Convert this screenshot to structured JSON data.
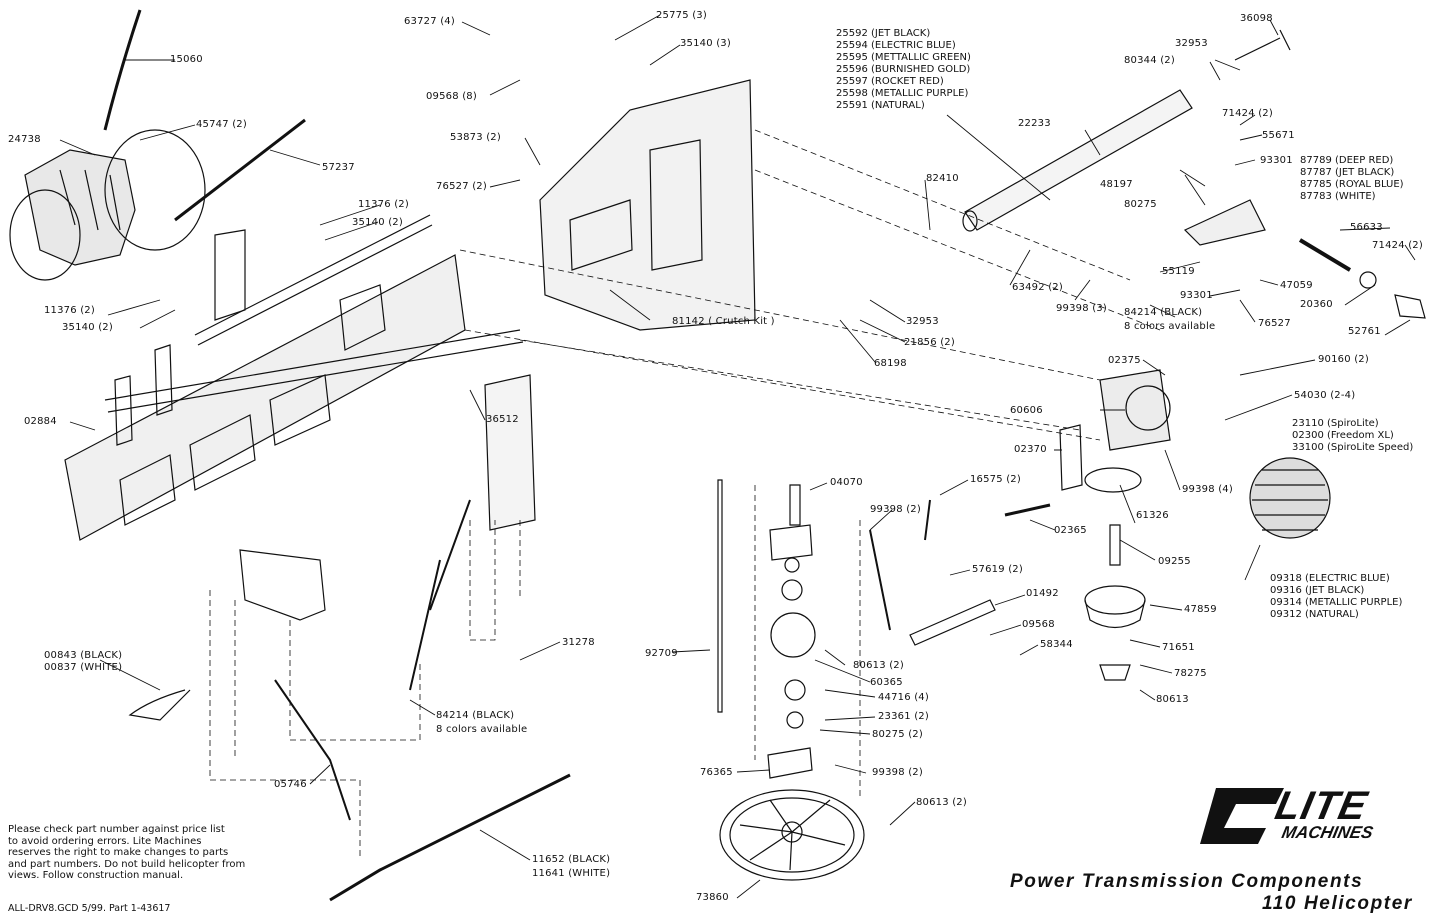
{
  "labels": [
    {
      "id": "15060",
      "text": "15060"
    },
    {
      "id": "45747",
      "text": "45747 (2)"
    },
    {
      "id": "24738",
      "text": "24738"
    },
    {
      "id": "57237",
      "text": "57237"
    },
    {
      "id": "11376a",
      "text": "11376 (2)"
    },
    {
      "id": "35140a",
      "text": "35140 (2)"
    },
    {
      "id": "11376b",
      "text": "11376 (2)"
    },
    {
      "id": "35140b",
      "text": "35140 (2)"
    },
    {
      "id": "02884",
      "text": "02884"
    },
    {
      "id": "36512",
      "text": "36512"
    },
    {
      "id": "63727",
      "text": "63727 (4)"
    },
    {
      "id": "25775",
      "text": "25775 (3)"
    },
    {
      "id": "35140c",
      "text": "35140 (3)"
    },
    {
      "id": "09568a",
      "text": "09568 (8)"
    },
    {
      "id": "53873",
      "text": "53873 (2)"
    },
    {
      "id": "76527a",
      "text": "76527 (2)"
    },
    {
      "id": "81142",
      "text": "81142 ( Crutch Kit )"
    },
    {
      "id": "82410",
      "text": "82410"
    },
    {
      "id": "32953a",
      "text": "32953"
    },
    {
      "id": "21856",
      "text": "21856 (2)"
    },
    {
      "id": "68198",
      "text": "68198"
    },
    {
      "id": "22233",
      "text": "22233"
    },
    {
      "id": "63492",
      "text": "63492 (2)"
    },
    {
      "id": "99398a",
      "text": "99398 (3)"
    },
    {
      "id": "84214a",
      "text": "84214 (BLACK)"
    },
    {
      "id": "84214a2",
      "text": "8 colors available"
    },
    {
      "id": "36098",
      "text": "36098"
    },
    {
      "id": "32953b",
      "text": "32953"
    },
    {
      "id": "80344",
      "text": "80344 (2)"
    },
    {
      "id": "71424a",
      "text": "71424 (2)"
    },
    {
      "id": "55671",
      "text": "55671"
    },
    {
      "id": "93301a",
      "text": "93301"
    },
    {
      "id": "48197",
      "text": "48197"
    },
    {
      "id": "80275a",
      "text": "80275"
    },
    {
      "id": "56633",
      "text": "56633"
    },
    {
      "id": "71424b",
      "text": "71424 (2)"
    },
    {
      "id": "55119",
      "text": "55119"
    },
    {
      "id": "47059",
      "text": "47059"
    },
    {
      "id": "93301b",
      "text": "93301"
    },
    {
      "id": "20360",
      "text": "20360"
    },
    {
      "id": "52761",
      "text": "52761"
    },
    {
      "id": "76527b",
      "text": "76527"
    },
    {
      "id": "02375",
      "text": "02375"
    },
    {
      "id": "90160",
      "text": "90160 (2)"
    },
    {
      "id": "54030",
      "text": "54030 (2-4)"
    },
    {
      "id": "60606",
      "text": "60606"
    },
    {
      "id": "02370",
      "text": "02370"
    },
    {
      "id": "99398b",
      "text": "99398 (4)"
    },
    {
      "id": "61326",
      "text": "61326"
    },
    {
      "id": "02365",
      "text": "02365"
    },
    {
      "id": "09255",
      "text": "09255"
    },
    {
      "id": "47859",
      "text": "47859"
    },
    {
      "id": "71651",
      "text": "71651"
    },
    {
      "id": "78275",
      "text": "78275"
    },
    {
      "id": "80613a",
      "text": "80613"
    },
    {
      "id": "04070",
      "text": "04070"
    },
    {
      "id": "99398c",
      "text": "99398 (2)"
    },
    {
      "id": "16575",
      "text": "16575 (2)"
    },
    {
      "id": "57619",
      "text": "57619 (2)"
    },
    {
      "id": "01492",
      "text": "01492"
    },
    {
      "id": "09568b",
      "text": "09568"
    },
    {
      "id": "58344",
      "text": "58344"
    },
    {
      "id": "92709",
      "text": "92709"
    },
    {
      "id": "80613b",
      "text": "80613 (2)"
    },
    {
      "id": "60365",
      "text": "60365"
    },
    {
      "id": "44716",
      "text": "44716 (4)"
    },
    {
      "id": "23361",
      "text": "23361 (2)"
    },
    {
      "id": "80275b",
      "text": "80275 (2)"
    },
    {
      "id": "76365",
      "text": "76365"
    },
    {
      "id": "99398d",
      "text": "99398 (2)"
    },
    {
      "id": "80613c",
      "text": "80613 (2)"
    },
    {
      "id": "73860",
      "text": "73860"
    },
    {
      "id": "31278",
      "text": "31278"
    },
    {
      "id": "84214b",
      "text": "84214 (BLACK)"
    },
    {
      "id": "84214b2",
      "text": "8 colors available"
    },
    {
      "id": "00843",
      "text": "00843 (BLACK)"
    },
    {
      "id": "00837",
      "text": "00837 (WHITE)"
    },
    {
      "id": "05746",
      "text": "05746"
    },
    {
      "id": "11652",
      "text": "11652 (BLACK)"
    },
    {
      "id": "11641",
      "text": "11641 (WHITE)"
    }
  ],
  "color_lists": {
    "tailboom": [
      "25592 (JET BLACK)",
      "25594 (ELECTRIC BLUE)",
      "25595 (METTALLIC GREEN)",
      "25596 (BURNISHED GOLD)",
      "25597 (ROCKET RED)",
      "25598 (METALLIC PURPLE)",
      "25591 (NATURAL)"
    ],
    "tail_case": [
      "87789  (DEEP RED)",
      "87787  (JET BLACK)",
      "87785  (ROYAL BLUE)",
      "87783  (WHITE)"
    ],
    "head": [
      "23110   (SpiroLite)",
      "02300   (Freedom XL)",
      "33100   (SpiroLite Speed)"
    ],
    "cooling_shroud": [
      "09318  (ELECTRIC BLUE)",
      "09316  (JET BLACK)",
      "09314  (METALLIC PURPLE)",
      "09312  (NATURAL)"
    ]
  },
  "note": [
    "Please check part number against price list",
    "to avoid ordering errors.  Lite Machines",
    "reserves the right to make changes to parts",
    "and part numbers.  Do not build helicopter from",
    "views.  Follow construction manual."
  ],
  "footer": "ALL-DRV8.GCD  5/99.  Part 1-43617",
  "title_line1": "Power Transmission Components",
  "title_line2": "110 Helicopter",
  "logo": {
    "top": "LITE",
    "bottom": "MACHINES"
  }
}
